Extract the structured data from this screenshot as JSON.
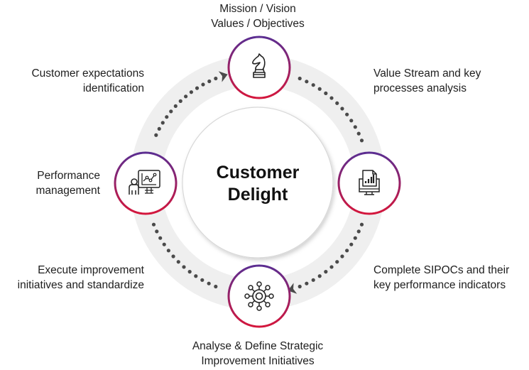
{
  "center": {
    "line1": "Customer",
    "line2": "Delight"
  },
  "colors": {
    "ring": "#efefef",
    "dots": "#4a4a4a",
    "gradient_top": "#5b2d91",
    "gradient_bottom": "#d4163c",
    "icon": "#222222"
  },
  "nodes": [
    {
      "id": "top",
      "icon": "chess-knight-icon",
      "label_lines": [
        "Mission / Vision",
        "Values / Objectives"
      ]
    },
    {
      "id": "right",
      "icon": "report-monitor-icon",
      "label_lines": [
        "Value Stream and key",
        "processes analysis"
      ]
    },
    {
      "id": "bottom",
      "icon": "network-gear-icon",
      "label_lines": [
        "Analyse & Define Strategic",
        "Improvement Initiatives"
      ]
    },
    {
      "id": "left",
      "icon": "presentation-chart-icon",
      "label_lines": [
        "Performance",
        "management"
      ]
    }
  ],
  "arc_labels": [
    {
      "id": "top-left",
      "lines": [
        "Customer expectations",
        "identification"
      ]
    },
    {
      "id": "bottom-right",
      "lines": [
        "Complete SIPOCs and their",
        "key performance indicators"
      ]
    },
    {
      "id": "bottom-left",
      "lines": [
        "Execute improvement",
        "initiatives and standardize"
      ]
    }
  ]
}
